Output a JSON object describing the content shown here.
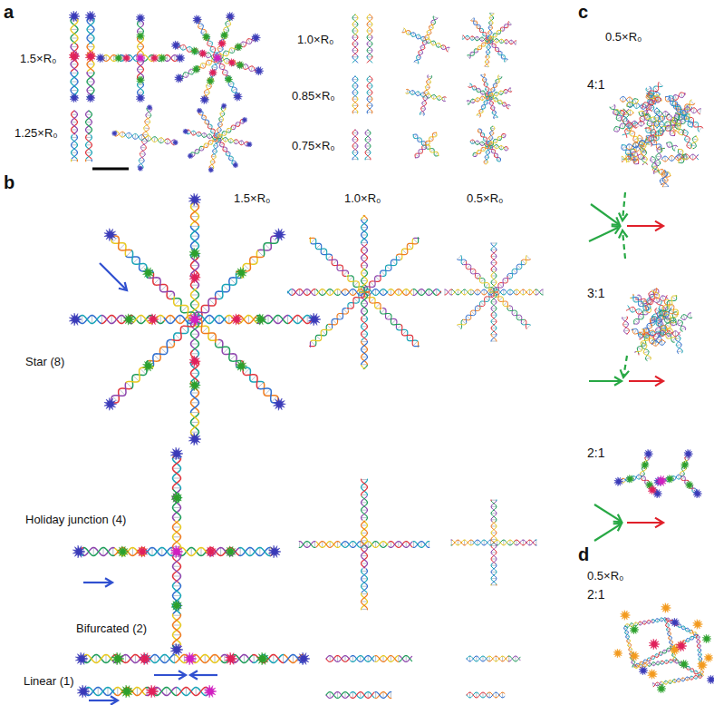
{
  "diagram": {
    "labels": [
      "a",
      "1.5×R₀",
      "1.25×R₀",
      "1.0×R₀",
      "0.85×R₀",
      "0.75×R₀",
      "b",
      "1.5×R₀",
      "1.0×R₀",
      "0.5×R₀",
      "Star (8)",
      "Holiday junction (4)",
      "Bifurcated (2)",
      "Linear (1)",
      "c",
      "0.5×R₀",
      "4:1",
      "3:1",
      "2:1",
      "d",
      "0.5×R₀",
      "2:1"
    ]
  }
}
